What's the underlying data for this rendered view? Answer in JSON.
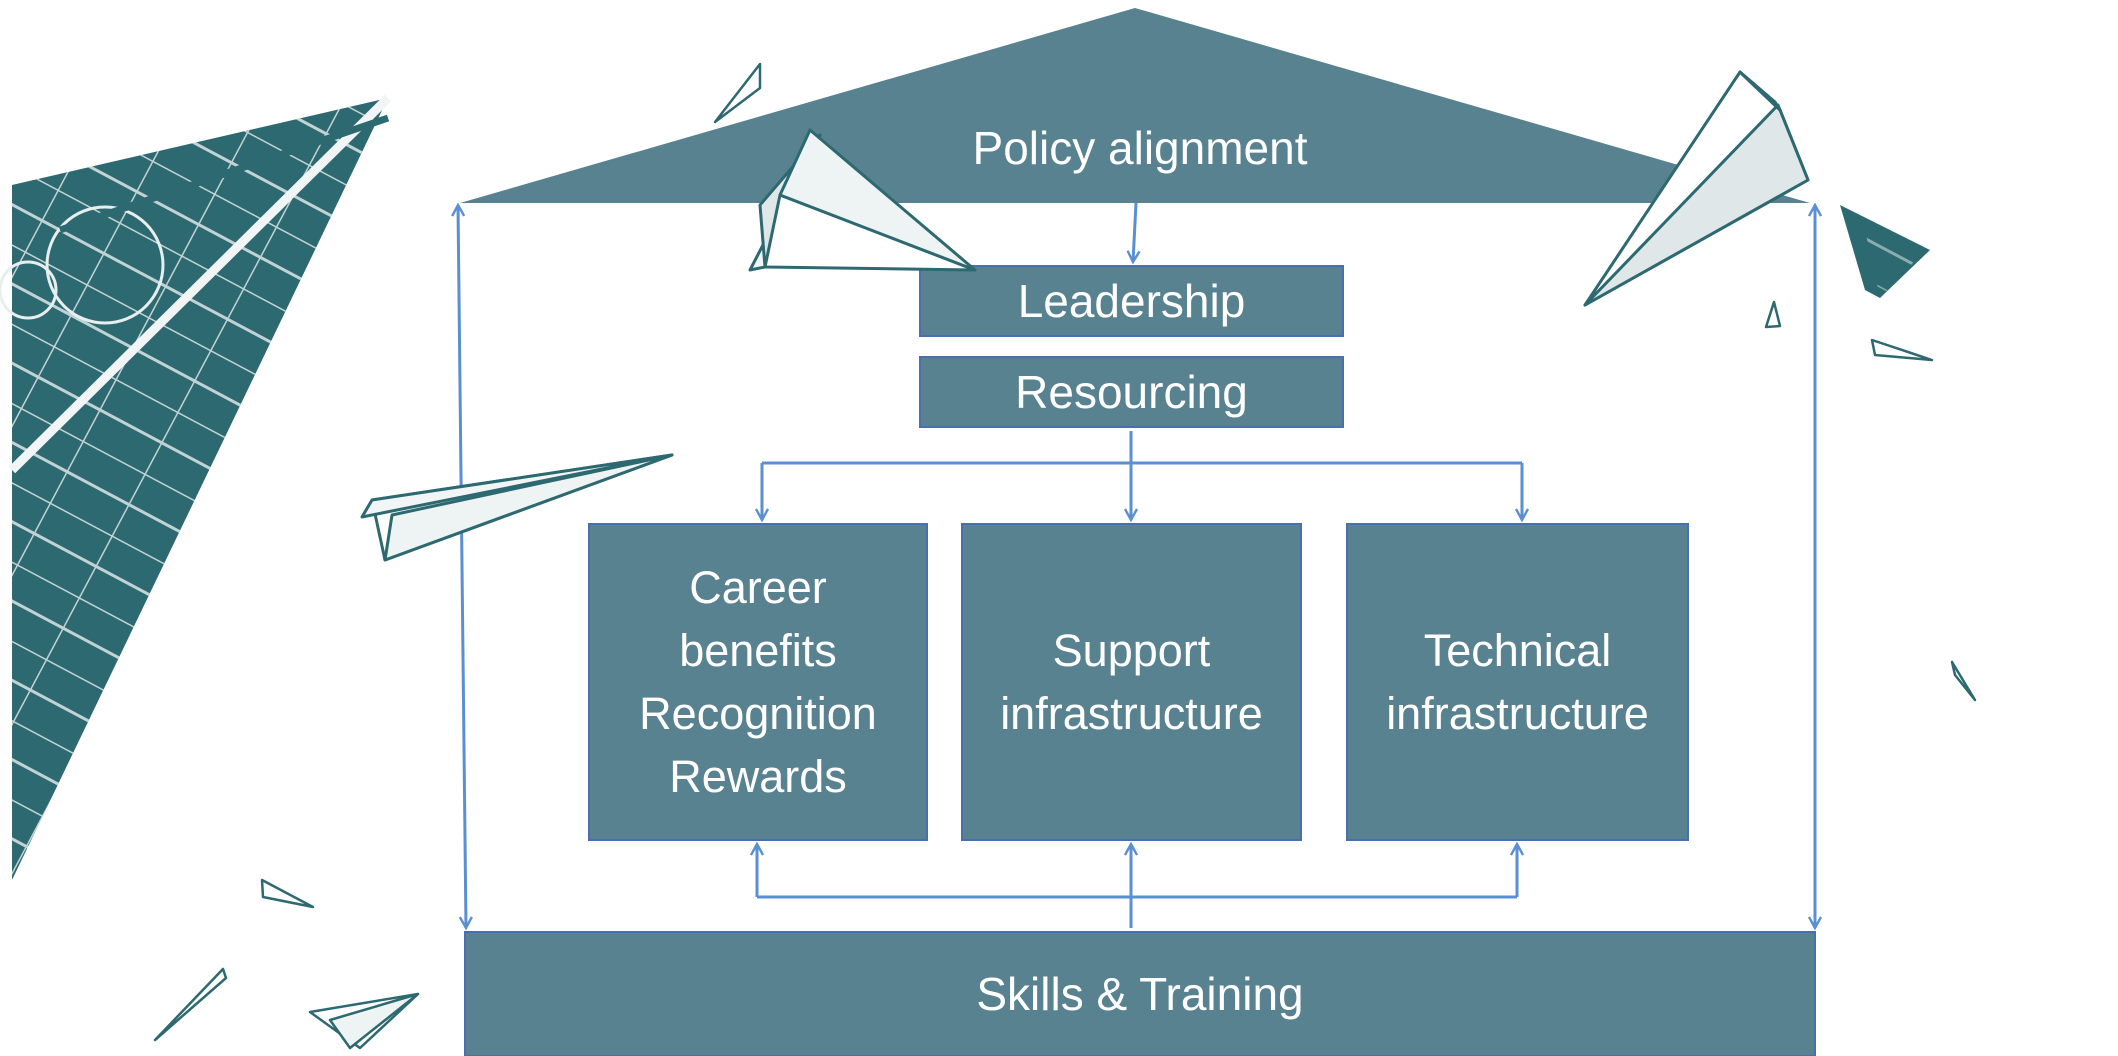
{
  "colors": {
    "box_fill": "#58828f",
    "box_stroke": "#4a6fae",
    "arrow": "#5a8fd1",
    "text": "#ffffff",
    "decor_teal": "#2d6970",
    "decor_paper": "#f2f5f5"
  },
  "diagram": {
    "roof": {
      "label": "Policy alignment"
    },
    "leadership": {
      "label": "Leadership"
    },
    "resourcing": {
      "label": "Resourcing"
    },
    "pillars": [
      {
        "label": "Career\nbenefits\nRecognition\nRewards"
      },
      {
        "label": "Support\ninfrastructure"
      },
      {
        "label": "Technical\ninfrastructure"
      }
    ],
    "base": {
      "label": "Skills & Training"
    }
  },
  "decorations": {
    "icons": [
      "paper-plane-icon",
      "folded-paper-shard-icon"
    ]
  }
}
